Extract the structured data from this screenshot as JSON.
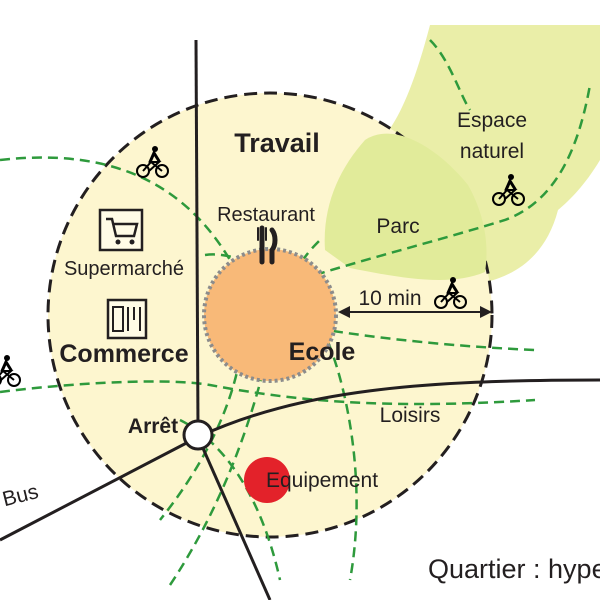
{
  "labels": {
    "travail": "Travail",
    "restaurant": "Restaurant",
    "supermarche": "Supermarché",
    "commerce": "Commerce",
    "ecole": "Ecole",
    "parc": "Parc",
    "espace_naturel_line1": "Espace",
    "espace_naturel_line2": "naturel",
    "distance": "10 min",
    "loisirs": "Loisirs",
    "arret": "Arrêt",
    "bus": "Bus",
    "equipement": "Equipement",
    "caption": "Quartier : hype"
  },
  "colors": {
    "neighbourhood_fill": "#fdf6cf",
    "nature_fill": "#eaeea8",
    "school_fill": "#f8b978",
    "bike_path": "#2e9a3c",
    "road": "#231f20",
    "equipment": "#e3222a"
  },
  "icons": [
    "shopping-cart-icon",
    "shop-icon",
    "fork-knife-icon",
    "bicycle-icon"
  ]
}
